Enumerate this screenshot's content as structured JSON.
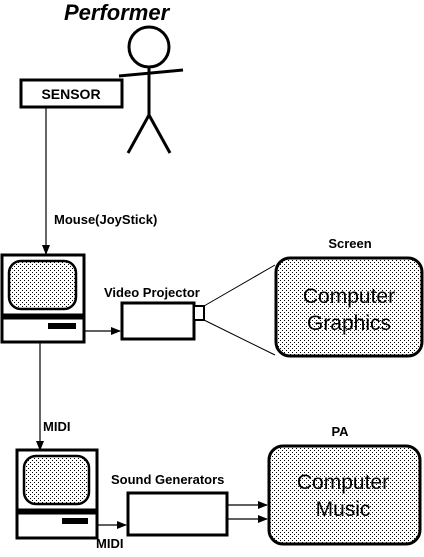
{
  "labels": {
    "performer": "Performer",
    "sensor": "SENSOR",
    "mouse": "Mouse(JoyStick)",
    "screen_title": "Screen",
    "video_projector": "Video Projector",
    "screen_line1": "Computer",
    "screen_line2": "Graphics",
    "midi_top": "MIDI",
    "pa_title": "PA",
    "sound_generators": "Sound Generators",
    "pa_line1": "Computer",
    "pa_line2": "Music",
    "midi_bottom": "MIDI"
  }
}
